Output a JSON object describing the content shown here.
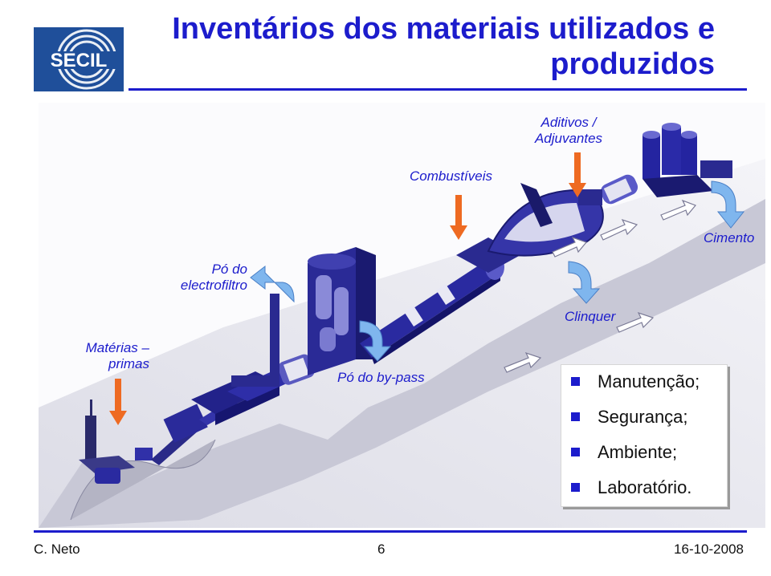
{
  "logo": {
    "text": "SECIL"
  },
  "title": "Inventários dos materiais utilizados e produzidos",
  "diagram": {
    "labels": {
      "aditivos": "Aditivos / Adjuvantes",
      "combustiveis": "Combustíveis",
      "cimento": "Cimento",
      "po_electrofiltro": "Pó do electrofiltro",
      "clinquer": "Clinquer",
      "materias_primas": "Matérias – primas",
      "po_bypass": "Pó do by-pass"
    }
  },
  "bullets": [
    "Manutenção;",
    "Segurança;",
    "Ambiente;",
    "Laboratório."
  ],
  "footer": {
    "author": "C. Neto",
    "page": "6",
    "date": "16-10-2008"
  },
  "colors": {
    "accent": "#1c1ccc",
    "arrow_orange": "#ee6a22",
    "arrow_blue": "#7fb6ee"
  }
}
